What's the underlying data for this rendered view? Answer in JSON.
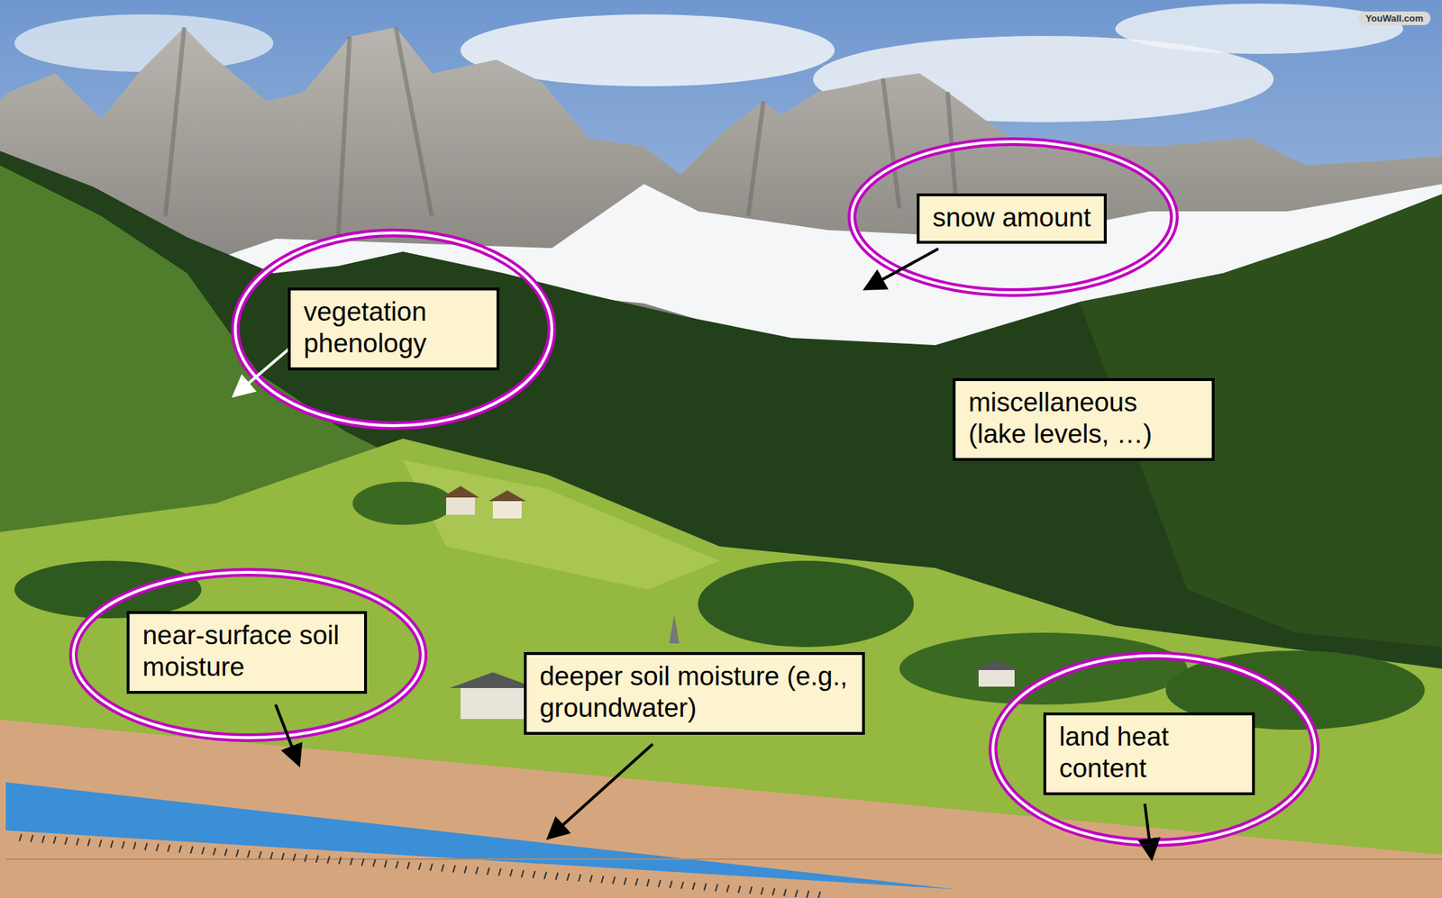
{
  "diagram": {
    "nodes": [
      {
        "text": [
          "snow amount"
        ]
      },
      {
        "text": [
          "vegetation phenology"
        ]
      },
      {
        "text": [
          "miscellaneous (lake levels, …)"
        ]
      },
      {
        "text": [
          "near-surface soil moisture"
        ]
      },
      {
        "text": [
          "deeper soil moisture (e.g., groundwater)"
        ]
      },
      {
        "text": [
          "land heat content"
        ]
      }
    ],
    "labels": [
      "YouWall.com"
    ]
  }
}
